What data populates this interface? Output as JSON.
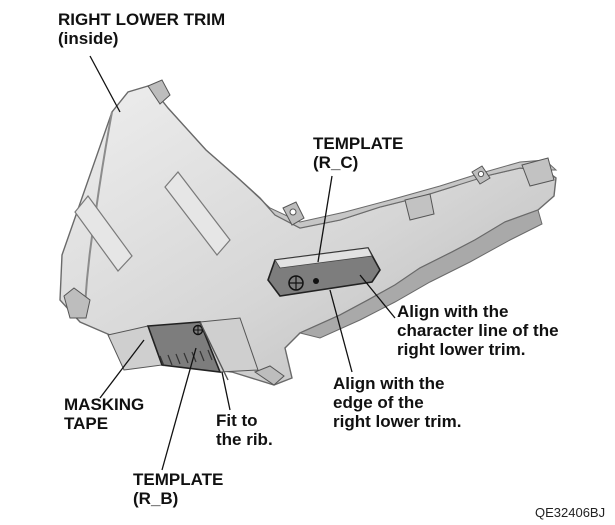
{
  "labels": {
    "trim_line1": "RIGHT LOWER TRIM",
    "trim_line2": "(inside)",
    "template_c_line1": "TEMPLATE",
    "template_c_line2": "(R_C)",
    "char_line1": "Align with the",
    "char_line2": "character line of the",
    "char_line3": "right lower trim.",
    "edge_line1": "Align with the",
    "edge_line2": "edge of the",
    "edge_line3": "right lower trim.",
    "masking_line1": "MASKING",
    "masking_line2": "TAPE",
    "fit_line1": "Fit to",
    "fit_line2": "the rib.",
    "template_b_line1": "TEMPLATE",
    "template_b_line2": "(R_B)"
  },
  "figure_code": "QE32406BJ",
  "colors": {
    "trim_body": "#d8d8d8",
    "trim_shadow": "#a9a9a9",
    "template": "#7d7d7d",
    "masking_tape": "#cfcfcf",
    "leader_line": "#111111"
  }
}
